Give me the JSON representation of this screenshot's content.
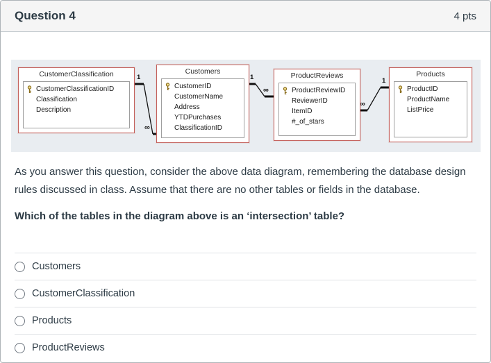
{
  "header": {
    "title": "Question 4",
    "points": "4 pts"
  },
  "diagram": {
    "tables": [
      {
        "title": "CustomerClassification",
        "fields": [
          "CustomerClassificationID",
          "Classification",
          "Description"
        ],
        "key_field": "CustomerClassificationID"
      },
      {
        "title": "Customers",
        "fields": [
          "CustomerID",
          "CustomerName",
          "Address",
          "YTDPurchases",
          "ClassificationID"
        ],
        "key_field": "CustomerID"
      },
      {
        "title": "ProductReviews",
        "fields": [
          "ProductReviewID",
          "ReviewerID",
          "ItemID",
          "#_of_stars"
        ],
        "key_field": "ProductReviewID"
      },
      {
        "title": "Products",
        "fields": [
          "ProductID",
          "ProductName",
          "ListPrice"
        ],
        "key_field": "ProductID"
      }
    ],
    "relationships": [
      {
        "one": "CustomerClassification",
        "many": "Customers",
        "one_label": "1",
        "many_label": "∞"
      },
      {
        "one": "Customers",
        "many": "ProductReviews",
        "one_label": "1",
        "many_label": "∞"
      },
      {
        "one": "Products",
        "many": "ProductReviews",
        "one_label": "1",
        "many_label": "∞"
      }
    ]
  },
  "question": {
    "intro": "As you answer this question, consider the above data diagram, remembering the database design rules discussed in class. Assume that there are no other tables or fields in the database.",
    "prompt": "Which of the tables in the diagram above is an ‘intersection’ table?"
  },
  "options": [
    "Customers",
    "CustomerClassification",
    "Products",
    "ProductReviews"
  ],
  "colors": {
    "table_border": "#c4615c",
    "diagram_background": "#e9edf1",
    "header_background": "#f5f5f5",
    "text": "#2d3b45",
    "key_icon": "#c9a227"
  }
}
